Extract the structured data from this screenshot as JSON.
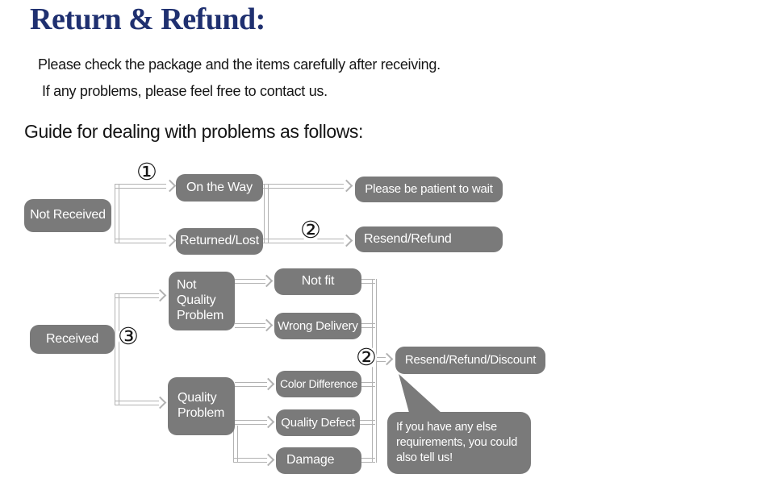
{
  "colors": {
    "title_blue": "#1f3070",
    "box_fill": "#7a7a7a",
    "connector": "#b2b2b2",
    "ink": "#1c1c1c"
  },
  "header": {
    "title": "Return & Refund:",
    "intro_line_1": "Please check the package and the items carefully after receiving.",
    "intro_line_2": "If any problems, please feel free to contact us.",
    "guide_heading": "Guide for dealing with problems as follows:"
  },
  "flowchart": {
    "markers": {
      "step1": "①",
      "step2": "②",
      "step3": "③"
    },
    "nodes": {
      "not_received": "Not Received",
      "on_the_way": "On the Way",
      "returned_lost": "Returned/Lost",
      "please_wait": "Please be patient to wait",
      "resend_refund": "Resend/Refund",
      "received": "Received",
      "not_quality_problem": "Not Quality Problem",
      "not_fit": "Not fit",
      "wrong_delivery": "Wrong Delivery",
      "quality_problem": "Quality Problem",
      "color_difference": "Color Difference",
      "quality_defect": "Quality Defect",
      "damage": "Damage",
      "resend_refund_discount": "Resend/Refund/Discount"
    },
    "bubble_note": "If you have any else requirements, you could also tell us!"
  }
}
